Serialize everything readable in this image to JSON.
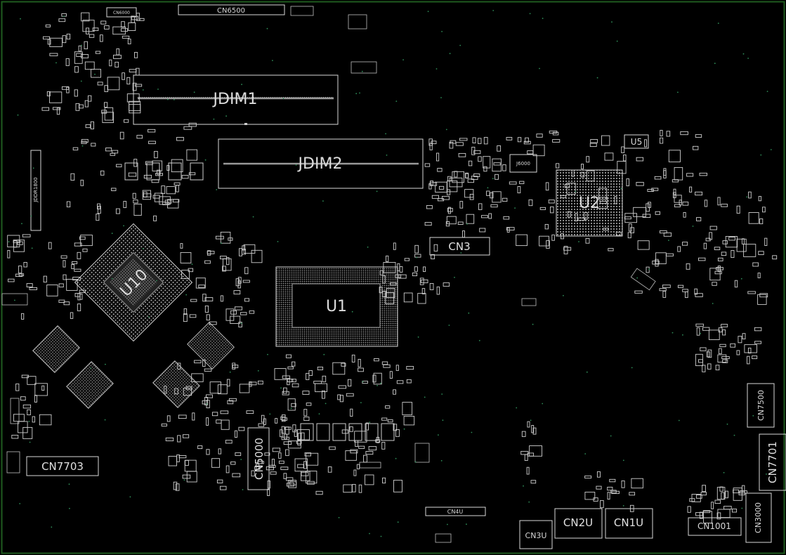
{
  "colors": {
    "background": "#000000",
    "frame": "#1f5c1f",
    "outline": "#d9d9d9",
    "via": "#2e8b57"
  },
  "components": {
    "jdim1": "JDIM1",
    "jdim2": "JDIM2",
    "u1": "U1",
    "u2": "U2",
    "u10": "U10",
    "u5": "U5",
    "cn3": "CN3",
    "cn5000": "CN5000",
    "cn7703": "CN7703",
    "cn7500": "CN7500",
    "cn7701": "CN7701",
    "cn3000": "CN3000",
    "cn1001": "CN1001",
    "cn1u": "CN1U",
    "cn2u": "CN2U",
    "cn3u": "CN3U",
    "cn4u": "CN4U",
    "cn6500": "CN6500",
    "cn6000": "CN6000",
    "j6000": "J6000",
    "jddr": "JDDR1800"
  }
}
